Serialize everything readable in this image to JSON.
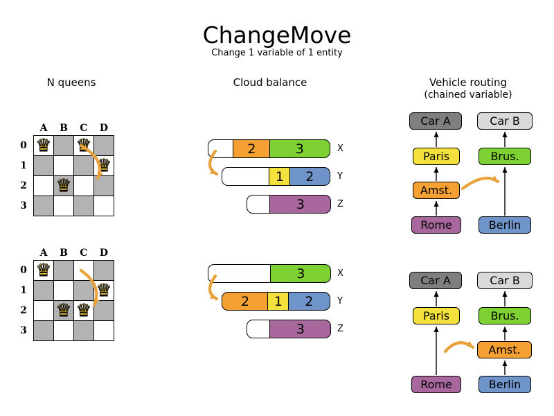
{
  "title": "ChangeMove",
  "subtitle": "Change 1 variable of 1 entity",
  "sections": {
    "nqueens": {
      "header": "N queens"
    },
    "cloud": {
      "header": "Cloud balance"
    },
    "vehicle": {
      "header": "Vehicle routing",
      "header2": "(chained variable)"
    }
  },
  "colors": {
    "orange": "#f5a033",
    "green": "#7dd133",
    "yellow": "#f5e13d",
    "blue": "#6f94ca",
    "purple": "#a8689e",
    "dark_gray": "#7f7f7f",
    "light_gray": "#d9d9d9",
    "board_gray": "#b3b3b3",
    "queen_gold": "#f7cf36",
    "move_arrow": "#e9a23b",
    "white": "#ffffff"
  },
  "nqueens": {
    "column_labels": [
      "A",
      "B",
      "C",
      "D"
    ],
    "row_labels": [
      "0",
      "1",
      "2",
      "3"
    ],
    "queen_glyph": "♛",
    "before": {
      "queens": [
        [
          0,
          0
        ],
        [
          2,
          0
        ],
        [
          3,
          1
        ],
        [
          1,
          2
        ]
      ]
    },
    "after": {
      "queens": [
        [
          0,
          0
        ],
        [
          3,
          1
        ],
        [
          1,
          2
        ],
        [
          2,
          2
        ]
      ]
    }
  },
  "cloud": {
    "before": {
      "rows": [
        {
          "label": "X",
          "segments": [
            {
              "color": "white",
              "width": 38,
              "value": ""
            },
            {
              "color": "orange",
              "width": 54,
              "value": "2"
            },
            {
              "color": "green",
              "width": 88,
              "value": "3"
            }
          ]
        },
        {
          "label": "Y",
          "segments": [
            {
              "color": "white",
              "width": 70,
              "value": ""
            },
            {
              "color": "yellow",
              "width": 31,
              "value": "1"
            },
            {
              "color": "blue",
              "width": 59,
              "value": "2"
            }
          ]
        },
        {
          "label": "Z",
          "segments": [
            {
              "color": "white",
              "width": 35,
              "value": ""
            },
            {
              "color": "purple",
              "width": 89,
              "value": "3"
            }
          ]
        }
      ]
    },
    "after": {
      "rows": [
        {
          "label": "X",
          "segments": [
            {
              "color": "white",
              "width": 92,
              "value": ""
            },
            {
              "color": "green",
              "width": 88,
              "value": "3"
            }
          ]
        },
        {
          "label": "Y",
          "segments": [
            {
              "color": "orange",
              "width": 68,
              "value": "2"
            },
            {
              "color": "yellow",
              "width": 31,
              "value": "1"
            },
            {
              "color": "blue",
              "width": 61,
              "value": "2"
            }
          ]
        },
        {
          "label": "Z",
          "segments": [
            {
              "color": "white",
              "width": 35,
              "value": ""
            },
            {
              "color": "purple",
              "width": 89,
              "value": "3"
            }
          ]
        }
      ]
    }
  },
  "vehicle": {
    "before": {
      "boxes": [
        {
          "label": "Car A",
          "color": "dark_gray"
        },
        {
          "label": "Car B",
          "color": "light_gray"
        },
        {
          "label": "Paris",
          "color": "yellow"
        },
        {
          "label": "Brus.",
          "color": "green"
        },
        {
          "label": "Amst.",
          "color": "orange"
        },
        {
          "label": "Rome",
          "color": "purple"
        },
        {
          "label": "Berlin",
          "color": "blue"
        }
      ]
    },
    "after": {
      "boxes": [
        {
          "label": "Car A",
          "color": "dark_gray"
        },
        {
          "label": "Car B",
          "color": "light_gray"
        },
        {
          "label": "Paris",
          "color": "yellow"
        },
        {
          "label": "Brus.",
          "color": "green"
        },
        {
          "label": "Amst.",
          "color": "orange"
        },
        {
          "label": "Rome",
          "color": "purple"
        },
        {
          "label": "Berlin",
          "color": "blue"
        }
      ]
    }
  }
}
